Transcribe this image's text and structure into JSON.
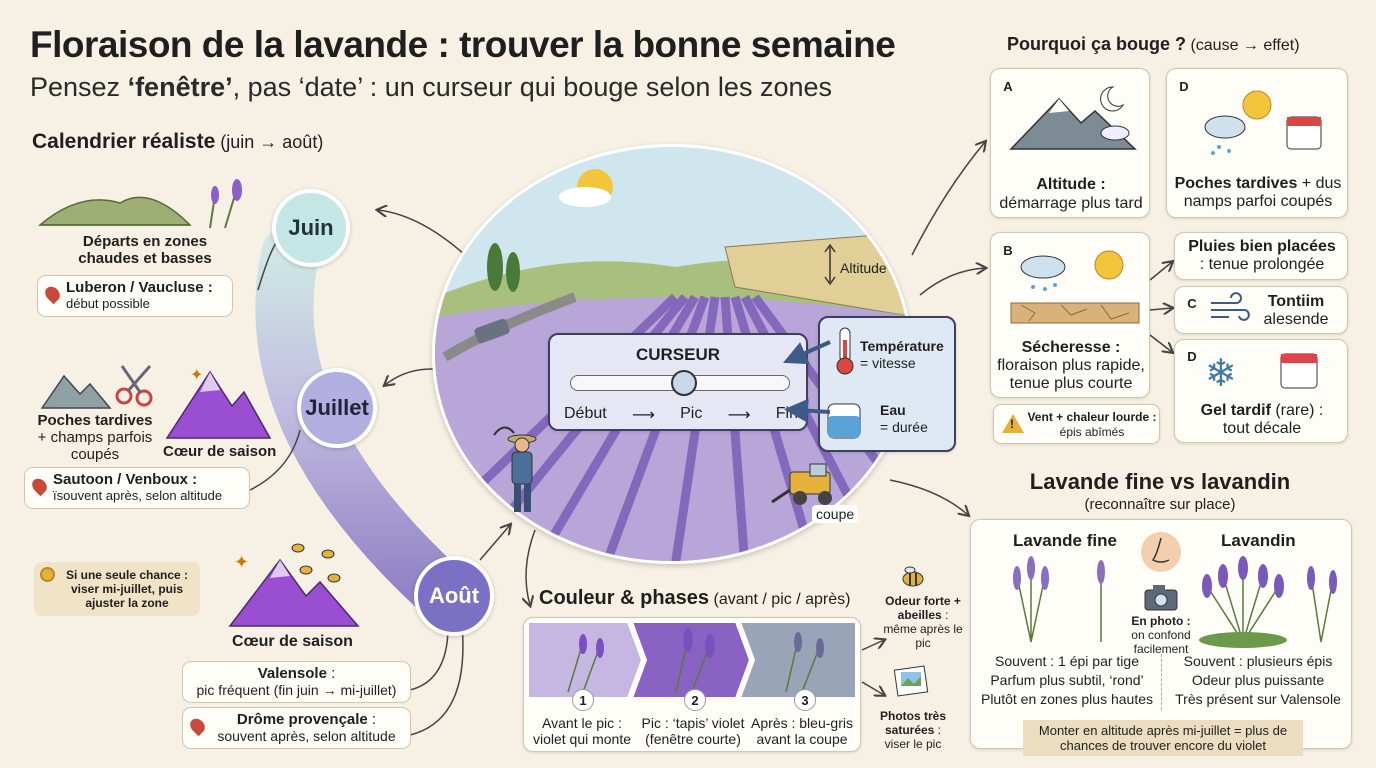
{
  "header": {
    "title": "Floraison de la lavande : trouver la bonne semaine",
    "subtitle_pre": "Pensez ",
    "subtitle_strong": "‘fenêtre’",
    "subtitle_post": ", pas ‘date’ : un curseur qui bouge selon les zones"
  },
  "calendar": {
    "title": "Calendrier réaliste",
    "range": " (juin → août)",
    "months": [
      "Juin",
      "Juillet",
      "Août"
    ],
    "juin": {
      "caption": "Départs en zones chaudes et basses",
      "place": "Luberon / Vaucluse :",
      "note": "début possible"
    },
    "juillet": {
      "left_caption_strong": "Poches tardives",
      "left_caption": "+ champs parfois coupés",
      "right_caption": "Cœur de saison",
      "place": "Sautoon / Venboux :",
      "note": "ïsouvent après, selon altitude"
    },
    "tip": "Si une seule chance : viser mi-juillet, puis ajuster la zone",
    "aout": {
      "caption": "Cœur de saison",
      "place1": "Valensole",
      "place1_sep": " :",
      "note1": "pic fréquent (fin juin → mi-juillet)",
      "place2": "Drôme provençale",
      "place2_sep": " :",
      "note2": "souvent après, selon altitude"
    }
  },
  "scene": {
    "altitude": "Altitude",
    "cursor_title": "CURSEUR",
    "cursor_labels": [
      "Début",
      "Pic",
      "Fin"
    ],
    "cursor_value": 0.52,
    "temp_title": "Température",
    "temp_text": "= vitesse",
    "water_title": "Eau",
    "water_text": "= durée",
    "coupe": "coupe"
  },
  "phases": {
    "title": "Couleur & phases",
    "subtitle": " (avant / pic / après)",
    "items": [
      {
        "num": "1",
        "line1": "Avant le pic :",
        "line2": "violet qui monte"
      },
      {
        "num": "2",
        "line1": "Pic : ‘tapis’ violet",
        "line2": "(fenêtre courte)"
      },
      {
        "num": "3",
        "line1": "Après : bleu-gris",
        "line2": "avant la coupe"
      }
    ],
    "bees_title": "Odeur forte + abeilles",
    "bees_text": " : même après le pic",
    "photo_title": "Photos très saturées",
    "photo_text": " : viser le pic"
  },
  "why": {
    "title": "Pourquoi ça bouge ?",
    "subtitle": " (cause → effet)",
    "a_badge": "A",
    "a_title": "Altitude :",
    "a_text": "démarrage plus tard",
    "d1_badge": "D",
    "d1_title": "Poches tardives",
    "d1_text": " + dus namps parfoi coupés",
    "b_badge": "B",
    "b_title": "Sécheresse :",
    "b_text": "floraison plus rapide, tenue plus courte",
    "rain_title": "Pluies bien placées",
    "rain_text": ": tenue prolongée",
    "c_badge": "C",
    "c_title": "Tontiim",
    "c_text": "alesende",
    "d2_badge": "D",
    "d2_title": "Gel tardif",
    "d2_text": " (rare) :",
    "d2_text2": "tout décale",
    "warn_title": "Vent + chaleur lourde :",
    "warn_text": "épis abîmés"
  },
  "compare": {
    "title": "Lavande fine vs lavandin",
    "subtitle": "(reconnaître sur place)",
    "fine_title": "Lavande fine",
    "lavandin_title": "Lavandin",
    "photo_title": "En photo :",
    "photo_text": "on confond facilement",
    "fine_lines": [
      "Souvent : 1 épi par tige",
      "Parfum plus subtil, ‘rond’",
      "Plutôt en zones plus hautes"
    ],
    "lavandin_lines": [
      "Souvent : plusieurs épis",
      "Odeur plus puissante",
      "Très présent sur Valensole"
    ],
    "banner": "Monter en altitude après mi-juillet = plus de chances de trouver encore du violet"
  },
  "colors": {
    "lavender": "#8a6fc0",
    "deep_purple": "#7b3fbf",
    "teal": "#bfe3e2",
    "sand": "#f6f1e4"
  }
}
